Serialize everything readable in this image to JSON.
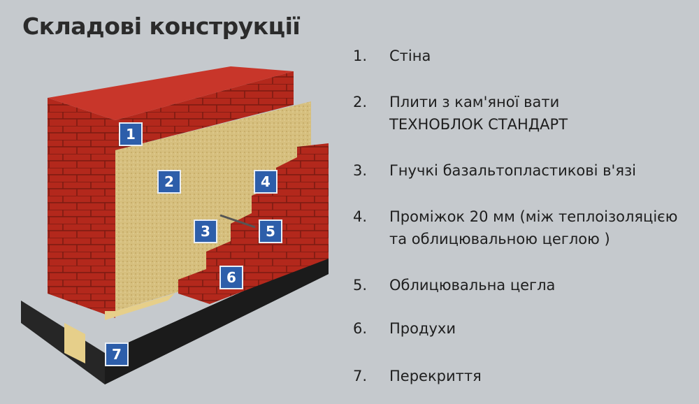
{
  "title": "Складові конструкції",
  "items": [
    {
      "num": "1.",
      "lines": [
        "Стіна"
      ]
    },
    {
      "num": "2.",
      "lines": [
        "Плити з кам'яної вати",
        "ТЕХНОБЛОК СТАНДАРТ"
      ]
    },
    {
      "num": "3.",
      "lines": [
        "Гнучкі базальтопластикові в'язі"
      ]
    },
    {
      "num": "4.",
      "lines": [
        "Проміжок 20 мм (між теплоізоляцією",
        "та облицювальною цеглою )"
      ]
    },
    {
      "num": "5.",
      "lines": [
        "Облицювальна цегла"
      ]
    },
    {
      "num": "6.",
      "lines": [
        "Продухи"
      ]
    },
    {
      "num": "7.",
      "lines": [
        "Перекриття"
      ]
    }
  ],
  "badges": [
    "1",
    "2",
    "3",
    "4",
    "5",
    "6",
    "7"
  ],
  "colors": {
    "badge": "#2d5eaa",
    "brick": "#b52a1e",
    "insulation": "#d6bf7e",
    "slab": "#262626"
  }
}
